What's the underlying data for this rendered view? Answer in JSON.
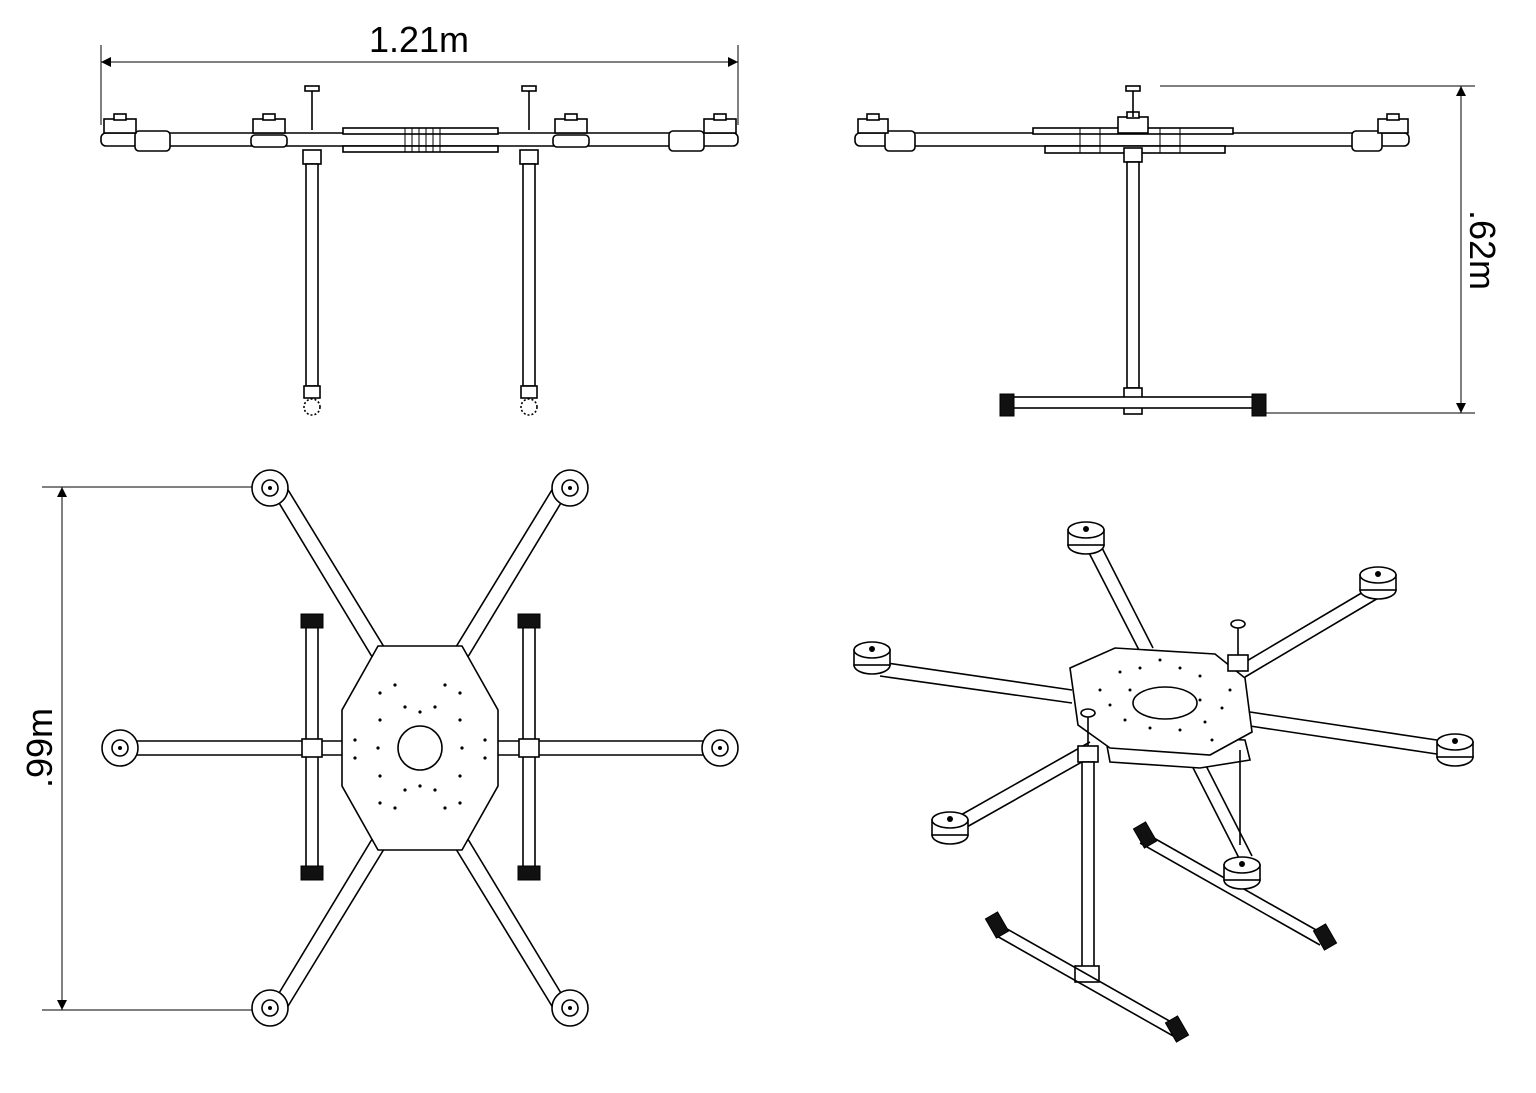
{
  "dimensions": {
    "width": "1.21m",
    "height": ".62m",
    "depth": ".99m"
  },
  "views": {
    "front": "front-view",
    "side": "side-view",
    "top": "top-view",
    "iso": "isometric-view"
  }
}
